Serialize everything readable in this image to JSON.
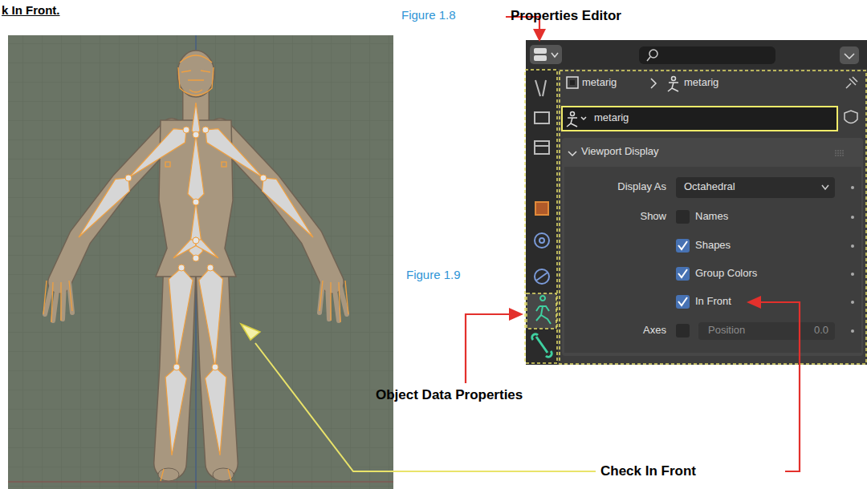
{
  "diagram": {
    "title": "k In Front.",
    "labels": [
      "Figure 1.8",
      "Properties Editor",
      "metarig",
      "metarig",
      "metarig",
      "Viewport Display",
      "Display As",
      "Octahedral",
      "Show",
      "Names",
      "Shapes",
      "Group Colors",
      "In Front",
      "Axes",
      "Position",
      "0.0",
      "Figure 1.9",
      "Object Data Properties",
      "Check In Front"
    ]
  }
}
